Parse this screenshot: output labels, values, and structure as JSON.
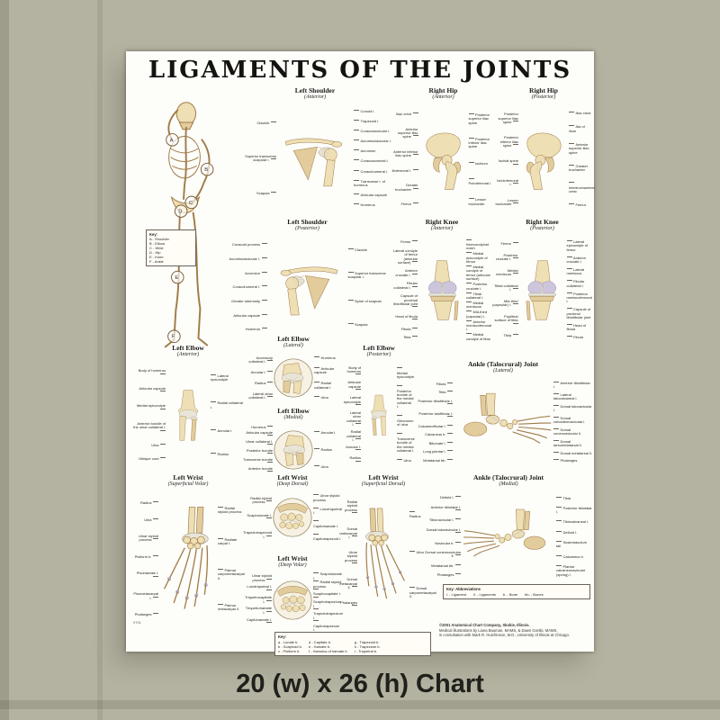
{
  "caption": "20 (w) x 26 (h) Chart",
  "poster": {
    "title": "LIGAMENTS OF THE JOINTS",
    "product_code": "9701",
    "copyright": [
      "©2001 Anatomical Chart Company, Skokie, Illinois.",
      "Medical illustrations by Liana Bauman, MAMS, & Dawn Gorski, MAMS,",
      "in consultation with Mark R. Hutchinson, M.D., University of Illinois at Chicago."
    ]
  },
  "figure_key": {
    "title": "Key:",
    "items": [
      "A - Shoulder",
      "B - Elbow",
      "C - Wrist",
      "D - Hip",
      "E - Knee",
      "F - Ankle"
    ],
    "letters": [
      "A",
      "B",
      "C",
      "D",
      "E",
      "F"
    ]
  },
  "abbrev_key": {
    "title": "Key: Abbreviations",
    "items": [
      "l. - Ligament",
      "ll. - Ligaments",
      "b. - Bone",
      "bb. - Bones"
    ]
  },
  "carpal_key": {
    "title": "Key:",
    "columns": [
      [
        "a - Lunate b.",
        "b - Scaphoid b.",
        "c - Pisiform b."
      ],
      [
        "d - Capitate b.",
        "e - Hamate b.",
        "f - Hamulus of hamate b."
      ],
      [
        "g - Trapezoid b.",
        "h - Trapezium b.",
        "i - Triquetral b."
      ]
    ]
  },
  "panels": {
    "shoulder_ant": {
      "title": "Left Shoulder",
      "subtitle": "(Anterior)",
      "labels_left": [
        "Clavicle",
        "Superior transverse scapular l.",
        "Scapula"
      ],
      "labels_right": [
        "Conoid l.",
        "Trapezoid l.",
        "Coracoclavicular l.",
        "Acromioclavicular l.",
        "Acromion",
        "Coracoacromial l.",
        "Coracohumeral l.",
        "Transverse l. of humerus",
        "Articular capsule",
        "Humerus"
      ]
    },
    "hip_ant": {
      "title": "Right Hip",
      "subtitle": "(Anterior)",
      "labels_left": [
        "Iliac crest",
        "Anterior superior iliac spine",
        "Anterior inferior iliac spine",
        "Iliofemoral l.",
        "Greater trochanter",
        "Femur"
      ],
      "labels_right": [
        "Posterior superior iliac spine",
        "Posterior inferior iliac spine",
        "Ischium",
        "Pubofemoral l.",
        "Lesser trochanter"
      ]
    },
    "hip_post": {
      "title": "Right Hip",
      "subtitle": "(Posterior)",
      "labels_left": [
        "Posterior superior iliac spine",
        "Posterior inferior iliac spine",
        "Ischial spine",
        "Ischiofemoral l.",
        "Lesser trochanter"
      ],
      "labels_right": [
        "Iliac crest",
        "Ala of ilium",
        "Anterior superior iliac spine",
        "Greater trochanter",
        "Intertrochanteric crest",
        "Femur"
      ]
    },
    "shoulder_post": {
      "title": "Left Shoulder",
      "subtitle": "(Posterior)",
      "labels_left": [
        "Coracoid process",
        "Acromioclavicular l.",
        "Acromion",
        "Coracohumeral l.",
        "Greater tuberosity",
        "Articular capsule",
        "Humerus"
      ],
      "labels_right": [
        "Clavicle",
        "Superior transverse scapular l.",
        "Spine of scapula",
        "Scapula"
      ]
    },
    "knee_ant": {
      "title": "Right Knee",
      "subtitle": "(Anterior)",
      "labels_left": [
        "Femur",
        "Lateral condyle of femur (articular surface)",
        "Anterior cruciate l.",
        "Fibular collateral l.",
        "Capsule of proximal tibiofibular joint",
        "Head of fibula",
        "Fibula",
        "Tibia"
      ],
      "labels_right": [
        "Intercondyloid notch",
        "Medial epicondyle of femur",
        "Medial condyle of femur (articular surface)",
        "Posterior cruciate l.",
        "Tibial collateral l.",
        "Medial meniscus",
        "Mid-third (capsular) l.",
        "Anterior meniscofemoral l.",
        "Medial condyle of tibia"
      ]
    },
    "knee_post": {
      "title": "Right Knee",
      "subtitle": "(Posterior)",
      "labels_left": [
        "Femur",
        "Posterior cruciate l.",
        "Medial meniscus",
        "Tibial collateral l.",
        "Mid-third (capsular) l.",
        "Popliteal surface of tibia",
        "Tibia"
      ],
      "labels_right": [
        "Lateral epicondyle of femur",
        "Anterior cruciate l.",
        "Lateral meniscus",
        "Fibular collateral l.",
        "Posterior meniscofemoral l.",
        "Capsule of proximal tibiofibular joint",
        "Head of fibula",
        "Fibula"
      ]
    },
    "elbow_ant": {
      "title": "Left Elbow",
      "subtitle": "(Anterior)",
      "labels_left": [
        "Body of humerus",
        "Articular capsule",
        "Medial epicondyle",
        "Anterior bundle of the ulnar collateral l.",
        "Ulna",
        "Oblique cord"
      ],
      "labels_right": [
        "Lateral epicondyle",
        "Radial collateral l.",
        "Annular l.",
        "Radius"
      ]
    },
    "elbow_lat": {
      "title": "Left Elbow",
      "subtitle": "(Lateral)",
      "labels_left": [
        "Accessory collateral l.",
        "Annular l.",
        "Radius",
        "Lateral ulnar collateral l."
      ],
      "labels_right": [
        "Humerus",
        "Articular capsule",
        "Radial collateral l.",
        "Ulna"
      ]
    },
    "elbow_med": {
      "title": "Left Elbow",
      "subtitle": "(Medial)",
      "labels_left": [
        "Humerus",
        "Articular capsule",
        "Ulnar collateral l.",
        "Posterior bundle",
        "Transverse bundle",
        "Anterior bundle"
      ],
      "labels_right": [
        "Annular l.",
        "Radius",
        "Ulna"
      ]
    },
    "elbow_post": {
      "title": "Left Elbow",
      "subtitle": "(Posterior)",
      "labels_left": [
        "Body of humerus",
        "Articular capsule",
        "Lateral epicondyle",
        "Lateral ulnar collateral l.",
        "Radial collateral l.",
        "Annular l.",
        "Radius"
      ],
      "labels_right": [
        "Medial epicondyle",
        "Posterior bundle of the medial collateral l.",
        "Olecranon of ulna",
        "Transverse bundle of the medial collateral l.",
        "Ulna"
      ]
    },
    "ankle_lat": {
      "title": "Ankle (Talocrural) Joint",
      "subtitle": "(Lateral)",
      "labels_left": [
        "Fibula",
        "Tibia",
        "Posterior tibiofibular l.",
        "Posterior talofibular l.",
        "Calcaneofibular l.",
        "Calcaneus b.",
        "Bifurcate l.",
        "Long plantar l.",
        "Metatarsal bb."
      ],
      "labels_right": [
        "Anterior tibiofibular l.",
        "Lateral talocalcaneal l.",
        "Dorsal talonavicular l.",
        "Dorsal cuboideonavicular l.",
        "Dorsal cuneonavicular ll.",
        "Dorsal tarsometatarsal ll.",
        "Dorsal metatarsal ll.",
        "Phalanges"
      ]
    },
    "wrist_volar": {
      "title": "Left Wrist",
      "subtitle": "(Superficial Volar)",
      "labels_left": [
        "Radius",
        "Ulna",
        "Ulnar styloid process",
        "Pisiform b.",
        "Pisohamate l.",
        "Pisometacarpal l.",
        "Phalanges"
      ],
      "labels_right": [
        "Radial styloid process",
        "Radiate carpal l.",
        "Palmar carpometacarpal ll.",
        "Palmar metacarpal ll."
      ]
    },
    "wrist_deep_dorsal": {
      "title": "Left Wrist",
      "subtitle": "(Deep Dorsal)",
      "labels_left": [
        "Radial styloid process",
        "Scapholunate l.",
        "Trapeziotrapezoid l."
      ],
      "labels_right": [
        "Ulnar styloid process",
        "Lunotriquetral l.",
        "Capitohamate l.",
        "Capitotrapezoid l."
      ]
    },
    "wrist_sup_dorsal": {
      "title": "Left Wrist",
      "subtitle": "(Superficial Dorsal)",
      "labels_left": [
        "Radial styloid process",
        "Dorsal radiocarpal l.",
        "Ulnar styloid process",
        "Dorsal metacarpal ll.",
        "Phalanges"
      ],
      "labels_right": [
        "Radius",
        "Ulna",
        "Dorsal carpometacarpal ll."
      ]
    },
    "wrist_deep_volar": {
      "title": "Left Wrist",
      "subtitle": "(Deep Volar)",
      "labels_left": [
        "Ulnar styloid process",
        "Lunotriquetral l.",
        "Triquetrocapitate l.",
        "Triquetrohamate l.",
        "Capitohamate l."
      ],
      "labels_right": [
        "Scapholunate l.",
        "Radial styloid process",
        "Scaphocapitate l.",
        "Scaphotrapezium l.",
        "Trapeziotrapezium l.",
        "Capitotrapezium l."
      ]
    },
    "ankle_med": {
      "title": "Ankle (Talocrural) Joint",
      "subtitle": "(Medial)",
      "labels_left": [
        "Deltoid l.",
        "Anterior tibiotalar l.",
        "Tibionavicular l.",
        "Dorsal talonavicular l.",
        "Navicular b.",
        "Dorsal cuneonavicular ll.",
        "Metatarsal bb.",
        "Phalanges"
      ],
      "labels_right": [
        "Tibia",
        "Posterior tibiotalar l.",
        "Tibiocalcaneal l.",
        "Deltoid l.",
        "Sustentaculum tali",
        "Calcaneus b.",
        "Plantar calcaneonavicular (spring) l."
      ]
    }
  }
}
